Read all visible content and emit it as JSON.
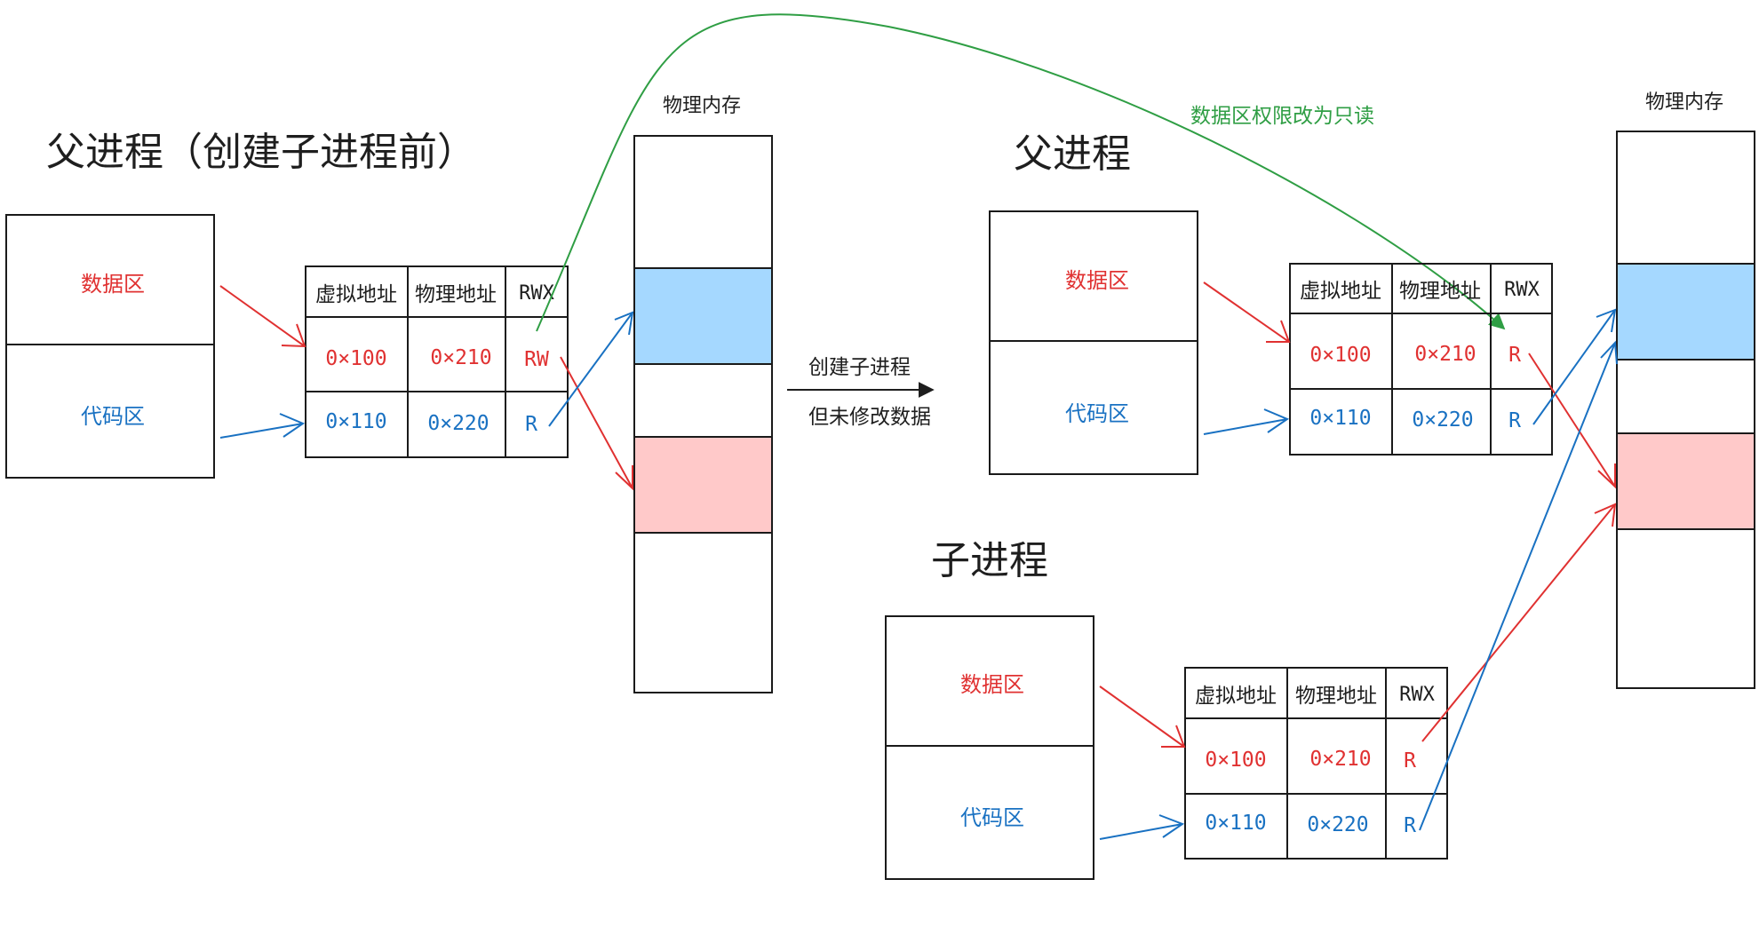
{
  "colors": {
    "red": "#e03131",
    "blue": "#1971c2",
    "green": "#2f9e44",
    "black": "#1e1e1e",
    "blue_fill": "#a5d8ff",
    "red_fill": "#ffc9c9"
  },
  "parent_before": {
    "title": "父进程（创建子进程前）",
    "data_area": "数据区",
    "code_area": "代码区",
    "table": {
      "headers": [
        "虚拟地址",
        "物理地址",
        "RWX"
      ],
      "rows": [
        {
          "virtual": "0×100",
          "physical": "0×210",
          "rwx": "RW"
        },
        {
          "virtual": "0×110",
          "physical": "0×220",
          "rwx": "R"
        }
      ]
    },
    "memory_label": "物理内存"
  },
  "transition": {
    "line1": "创建子进程",
    "line2": "但未修改数据"
  },
  "annotation": "数据区权限改为只读",
  "parent_after": {
    "title": "父进程",
    "data_area": "数据区",
    "code_area": "代码区",
    "table": {
      "headers": [
        "虚拟地址",
        "物理地址",
        "RWX"
      ],
      "rows": [
        {
          "virtual": "0×100",
          "physical": "0×210",
          "rwx": "R"
        },
        {
          "virtual": "0×110",
          "physical": "0×220",
          "rwx": "R"
        }
      ]
    }
  },
  "child": {
    "title": "子进程",
    "data_area": "数据区",
    "code_area": "代码区",
    "table": {
      "headers": [
        "虚拟地址",
        "物理地址",
        "RWX"
      ],
      "rows": [
        {
          "virtual": "0×100",
          "physical": "0×210",
          "rwx": "R"
        },
        {
          "virtual": "0×110",
          "physical": "0×220",
          "rwx": "R"
        }
      ]
    }
  },
  "memory_after_label": "物理内存"
}
